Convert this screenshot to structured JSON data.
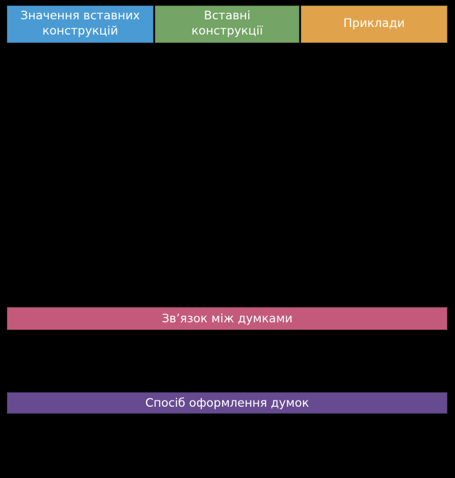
{
  "colors": {
    "background": "#000000",
    "text": "#ffffff",
    "header_blue": "#4a9bd3",
    "header_green": "#74a466",
    "header_orange": "#e0a34b",
    "banner_pink": "#c35a7c",
    "banner_purple": "#674b90"
  },
  "table": {
    "headers": [
      {
        "label": "Значення вставних конструкцій",
        "color": "#4a9bd3"
      },
      {
        "label": "Вставні конструкції",
        "color": "#74a466"
      },
      {
        "label": "Приклади",
        "color": "#e0a34b"
      }
    ]
  },
  "banners": [
    {
      "label": "Зв’язок між думками",
      "color": "#c35a7c"
    },
    {
      "label": "Спосіб оформлення думок",
      "color": "#674b90"
    }
  ]
}
